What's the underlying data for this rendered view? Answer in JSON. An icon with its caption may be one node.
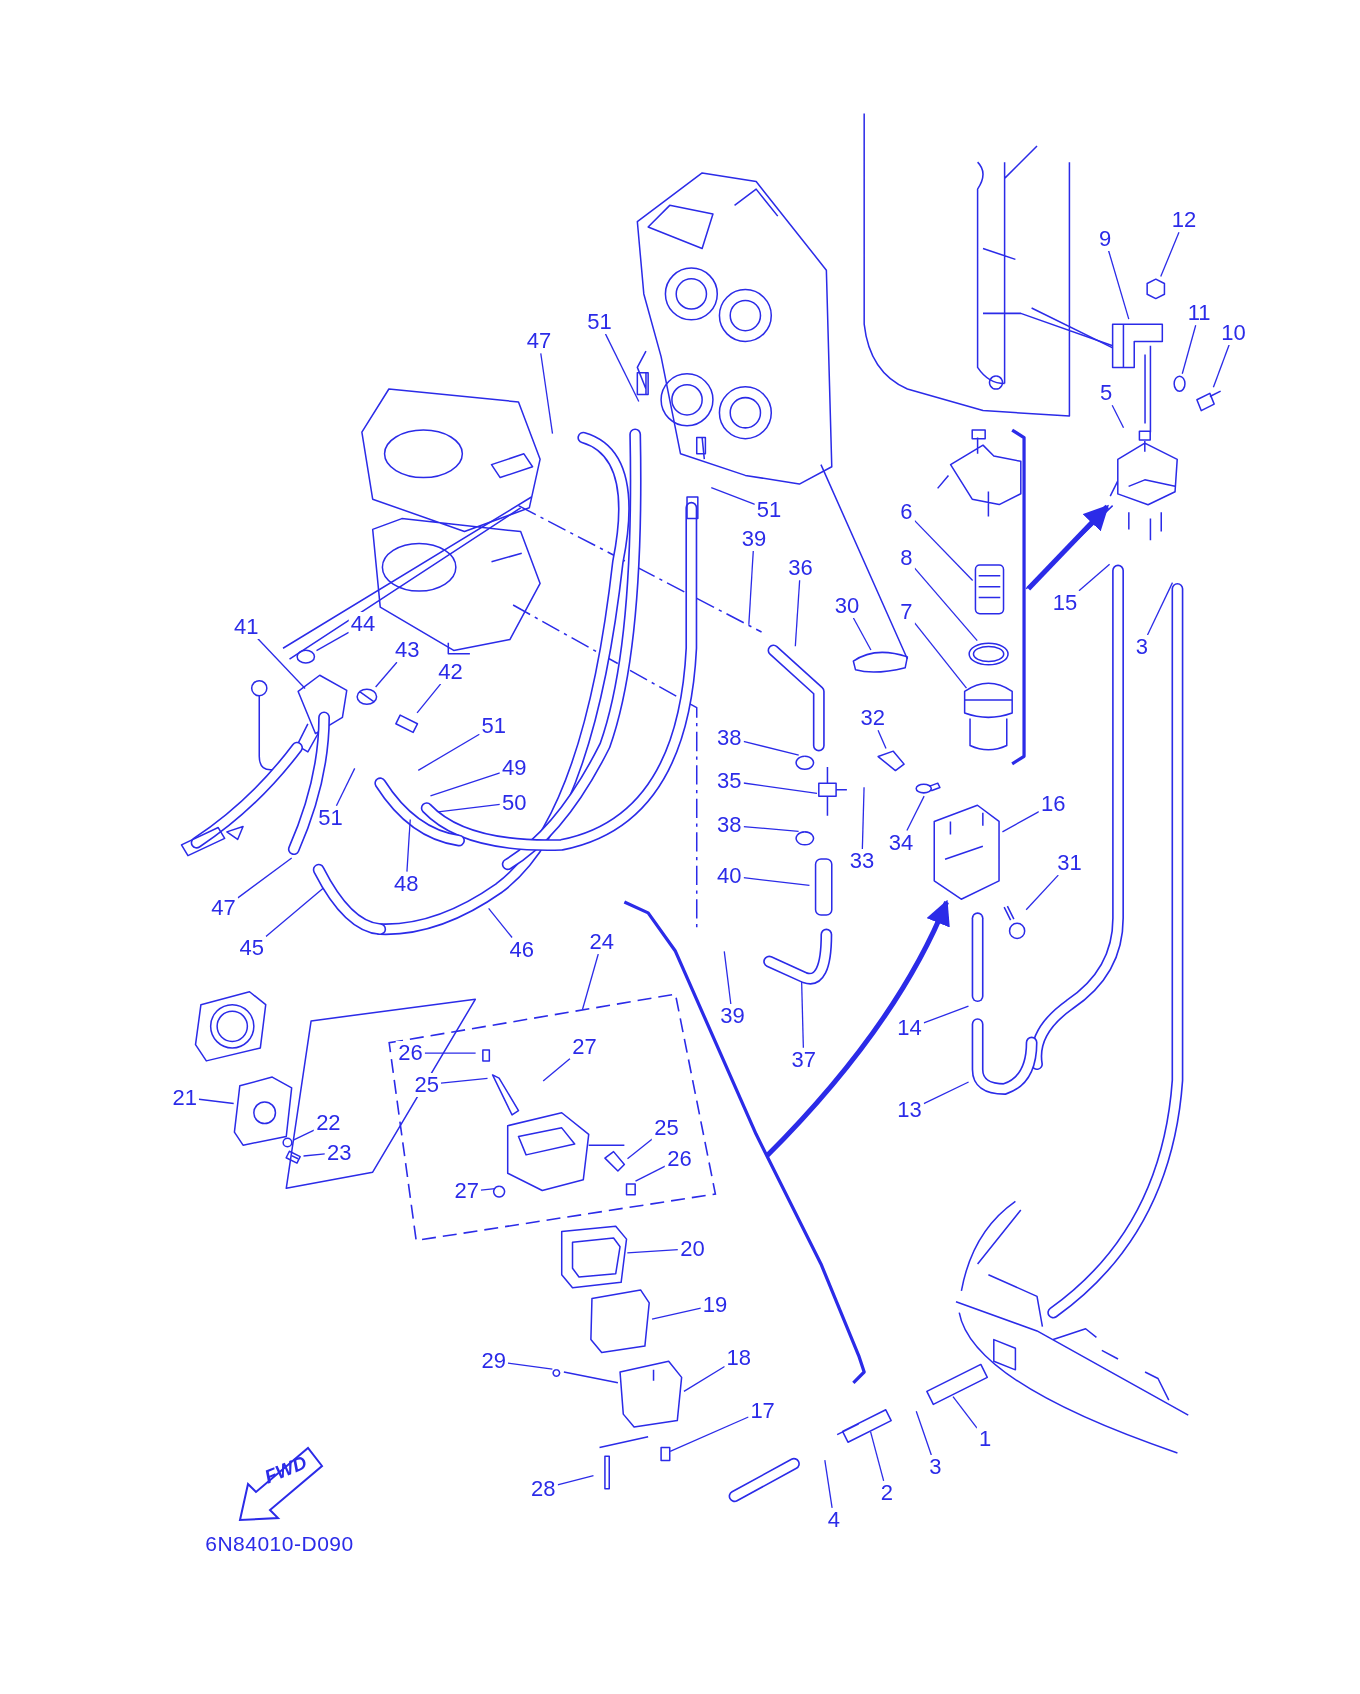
{
  "diagram": {
    "nodes": [
      {
        "text": [
          "12"
        ]
      },
      {
        "text": [
          "9"
        ]
      },
      {
        "text": [
          "11"
        ]
      },
      {
        "text": [
          "10"
        ]
      },
      {
        "text": [
          "5"
        ]
      },
      {
        "text": [
          "51"
        ]
      },
      {
        "text": [
          "47"
        ]
      },
      {
        "text": [],
        "shape": "picture"
      },
      {
        "text": [
          "51"
        ]
      },
      {
        "text": [
          "6"
        ]
      },
      {
        "text": [
          "39"
        ]
      },
      {
        "text": [
          "8"
        ]
      },
      {
        "text": [
          "36"
        ]
      },
      {
        "text": [
          "15"
        ]
      },
      {
        "text": [
          "30"
        ]
      },
      {
        "text": [
          "7"
        ]
      },
      {
        "text": [
          "41"
        ]
      },
      {
        "text": [
          "44"
        ]
      },
      {
        "text": [
          "3"
        ]
      },
      {
        "text": [
          "43"
        ]
      },
      {
        "text": [
          "42"
        ]
      },
      {
        "text": [
          "32"
        ]
      },
      {
        "text": [
          "51"
        ]
      },
      {
        "text": [
          "38"
        ]
      },
      {
        "text": [
          "49"
        ]
      },
      {
        "text": [
          "35"
        ]
      },
      {
        "text": [
          "50"
        ]
      },
      {
        "text": [
          "16"
        ]
      },
      {
        "text": [
          "51"
        ]
      },
      {
        "text": [
          "38"
        ]
      },
      {
        "text": [
          "34"
        ]
      },
      {
        "text": [
          "33"
        ]
      },
      {
        "text": [
          "31"
        ]
      },
      {
        "text": [
          "40"
        ]
      },
      {
        "text": [
          "48"
        ]
      },
      {
        "text": [
          "47"
        ]
      },
      {
        "text": [],
        "shape": "picture"
      },
      {
        "text": [
          "24"
        ]
      },
      {
        "text": [
          "45"
        ]
      },
      {
        "text": [
          "46"
        ]
      },
      {
        "text": [
          "39"
        ]
      },
      {
        "text": [],
        "shape": "box"
      },
      {
        "text": [
          "26"
        ],
        "in": 41
      },
      {
        "text": [
          "27"
        ],
        "in": 41
      },
      {
        "text": [
          "14"
        ]
      },
      {
        "text": [
          "37"
        ]
      },
      {
        "text": [
          "25"
        ],
        "in": 41
      },
      {
        "text": [
          "21"
        ]
      },
      {
        "text": [
          "13"
        ]
      },
      {
        "text": [
          "22"
        ]
      },
      {
        "text": [
          "25"
        ],
        "in": 41
      },
      {
        "text": [
          "23"
        ]
      },
      {
        "text": [
          "26"
        ],
        "in": 41
      },
      {
        "text": [
          "27"
        ],
        "in": 41
      },
      {
        "text": [
          "20"
        ]
      },
      {
        "text": [
          "19"
        ]
      },
      {
        "text": [
          "18"
        ]
      },
      {
        "text": [
          "29"
        ]
      },
      {
        "text": [
          "17"
        ]
      },
      {
        "text": [
          "1"
        ]
      },
      {
        "text": [
          "3"
        ]
      },
      {
        "text": [
          "28"
        ]
      },
      {
        "text": [
          "2"
        ]
      },
      {
        "text": [
          "4"
        ]
      },
      {
        "text": [],
        "shape": "picture"
      },
      {
        "text": [],
        "shape": "picture"
      },
      {
        "text": [],
        "shape": "picture"
      },
      {
        "text": [],
        "shape": "picture"
      },
      {
        "text": [],
        "shape": "picture"
      },
      {
        "text": [],
        "shape": "picture"
      },
      {
        "text": [],
        "shape": "picture"
      },
      {
        "text": [],
        "shape": "picture"
      },
      {
        "text": [],
        "shape": "picture"
      },
      {
        "text": [],
        "shape": "picture"
      },
      {
        "text": [],
        "shape": "picture"
      }
    ],
    "edges": [
      {
        "from": 0,
        "to": 64,
        "arrow": "none"
      },
      {
        "from": 1,
        "to": null,
        "arrow": "none"
      },
      {
        "from": 2,
        "to": 65,
        "arrow": "none"
      },
      {
        "from": 3,
        "to": null,
        "arrow": "none"
      },
      {
        "from": 4,
        "to": 7,
        "arrow": "none"
      },
      {
        "from": 5,
        "to": null,
        "arrow": "none"
      },
      {
        "from": 6,
        "to": null,
        "arrow": "none"
      },
      {
        "from": null,
        "to": 7,
        "arrow": "to",
        "style": "thick"
      },
      {
        "from": 8,
        "to": null,
        "arrow": "none"
      },
      {
        "from": 9,
        "to": null,
        "arrow": "none"
      },
      {
        "from": 10,
        "to": null,
        "arrow": "none"
      },
      {
        "from": 11,
        "to": 66,
        "arrow": "none"
      },
      {
        "from": 12,
        "to": null,
        "arrow": "none"
      },
      {
        "from": 13,
        "to": null,
        "arrow": "none"
      },
      {
        "from": 14,
        "to": null,
        "arrow": "none"
      },
      {
        "from": 15,
        "to": null,
        "arrow": "none"
      },
      {
        "from": 16,
        "to": null,
        "arrow": "none"
      },
      {
        "from": 17,
        "to": 67,
        "arrow": "none"
      },
      {
        "from": 18,
        "to": null,
        "arrow": "none"
      },
      {
        "from": 19,
        "to": 68,
        "arrow": "none"
      },
      {
        "from": 20,
        "to": 74,
        "arrow": "none"
      },
      {
        "from": 21,
        "to": 69,
        "arrow": "none"
      },
      {
        "from": 22,
        "to": null,
        "arrow": "none"
      },
      {
        "from": 23,
        "to": null,
        "arrow": "none"
      },
      {
        "from": 24,
        "to": null,
        "arrow": "none"
      },
      {
        "from": 25,
        "to": null,
        "arrow": "none"
      },
      {
        "from": 26,
        "to": null,
        "arrow": "none"
      },
      {
        "from": 27,
        "to": 36,
        "arrow": "none"
      },
      {
        "from": 28,
        "to": null,
        "arrow": "none"
      },
      {
        "from": 29,
        "to": null,
        "arrow": "none"
      },
      {
        "from": 30,
        "to": 73,
        "arrow": "none"
      },
      {
        "from": 31,
        "to": null,
        "arrow": "none"
      },
      {
        "from": 32,
        "to": 70,
        "arrow": "none"
      },
      {
        "from": 33,
        "to": null,
        "arrow": "none"
      },
      {
        "from": 34,
        "to": null,
        "arrow": "none"
      },
      {
        "from": 35,
        "to": null,
        "arrow": "none"
      },
      {
        "from": null,
        "to": 36,
        "arrow": "to",
        "style": "thick"
      },
      {
        "from": 37,
        "to": 41,
        "arrow": "none"
      },
      {
        "from": 38,
        "to": null,
        "arrow": "none"
      },
      {
        "from": 39,
        "to": null,
        "arrow": "none"
      },
      {
        "from": 40,
        "to": null,
        "arrow": "none"
      },
      {
        "from": 42,
        "to": null,
        "arrow": "none"
      },
      {
        "from": 43,
        "to": null,
        "arrow": "none"
      },
      {
        "from": 44,
        "to": null,
        "arrow": "none"
      },
      {
        "from": 45,
        "to": null,
        "arrow": "none"
      },
      {
        "from": 46,
        "to": null,
        "arrow": "none"
      },
      {
        "from": 47,
        "to": null,
        "arrow": "none"
      },
      {
        "from": 48,
        "to": null,
        "arrow": "none"
      },
      {
        "from": 49,
        "to": 71,
        "arrow": "none"
      },
      {
        "from": 50,
        "to": null,
        "arrow": "none"
      },
      {
        "from": 51,
        "to": 72,
        "arrow": "none"
      },
      {
        "from": 52,
        "to": null,
        "arrow": "none"
      },
      {
        "from": 53,
        "to": null,
        "arrow": "none"
      },
      {
        "from": 54,
        "to": null,
        "arrow": "none"
      },
      {
        "from": 55,
        "to": null,
        "arrow": "none"
      },
      {
        "from": 56,
        "to": null,
        "arrow": "none"
      },
      {
        "from": 57,
        "to": null,
        "arrow": "none"
      },
      {
        "from": 58,
        "to": null,
        "arrow": "none"
      },
      {
        "from": 59,
        "to": null,
        "arrow": "none"
      },
      {
        "from": 60,
        "to": null,
        "arrow": "none"
      },
      {
        "from": 61,
        "to": null,
        "arrow": "none"
      },
      {
        "from": 62,
        "to": null,
        "arrow": "none"
      },
      {
        "from": 63,
        "to": null,
        "arrow": "none"
      }
    ],
    "labels": [
      "FWD",
      "6N84010-D090"
    ]
  }
}
